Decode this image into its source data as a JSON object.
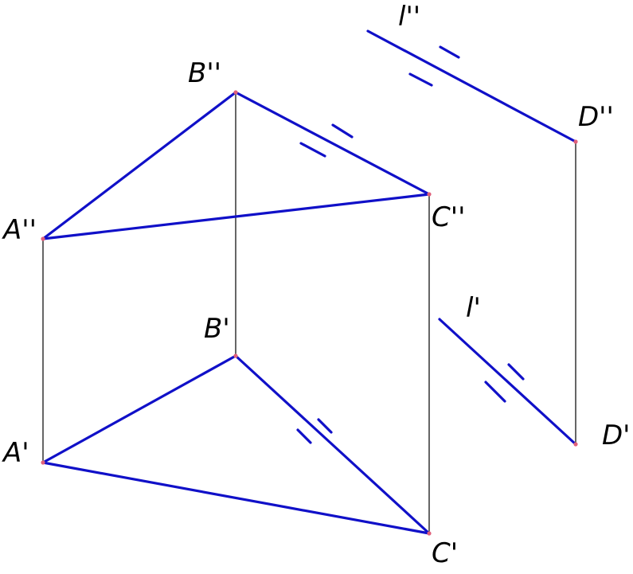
{
  "diagram": {
    "line_color": "#1010c8",
    "link_color": "#000000",
    "point_color": "#e0607a",
    "labels": {
      "B2": "B''",
      "A2": "A''",
      "C2": "C''",
      "D2": "D''",
      "l2": "l''",
      "B1": "B'",
      "A1": "A'",
      "C1": "C'",
      "D1": "D'",
      "l1": "l'"
    }
  }
}
